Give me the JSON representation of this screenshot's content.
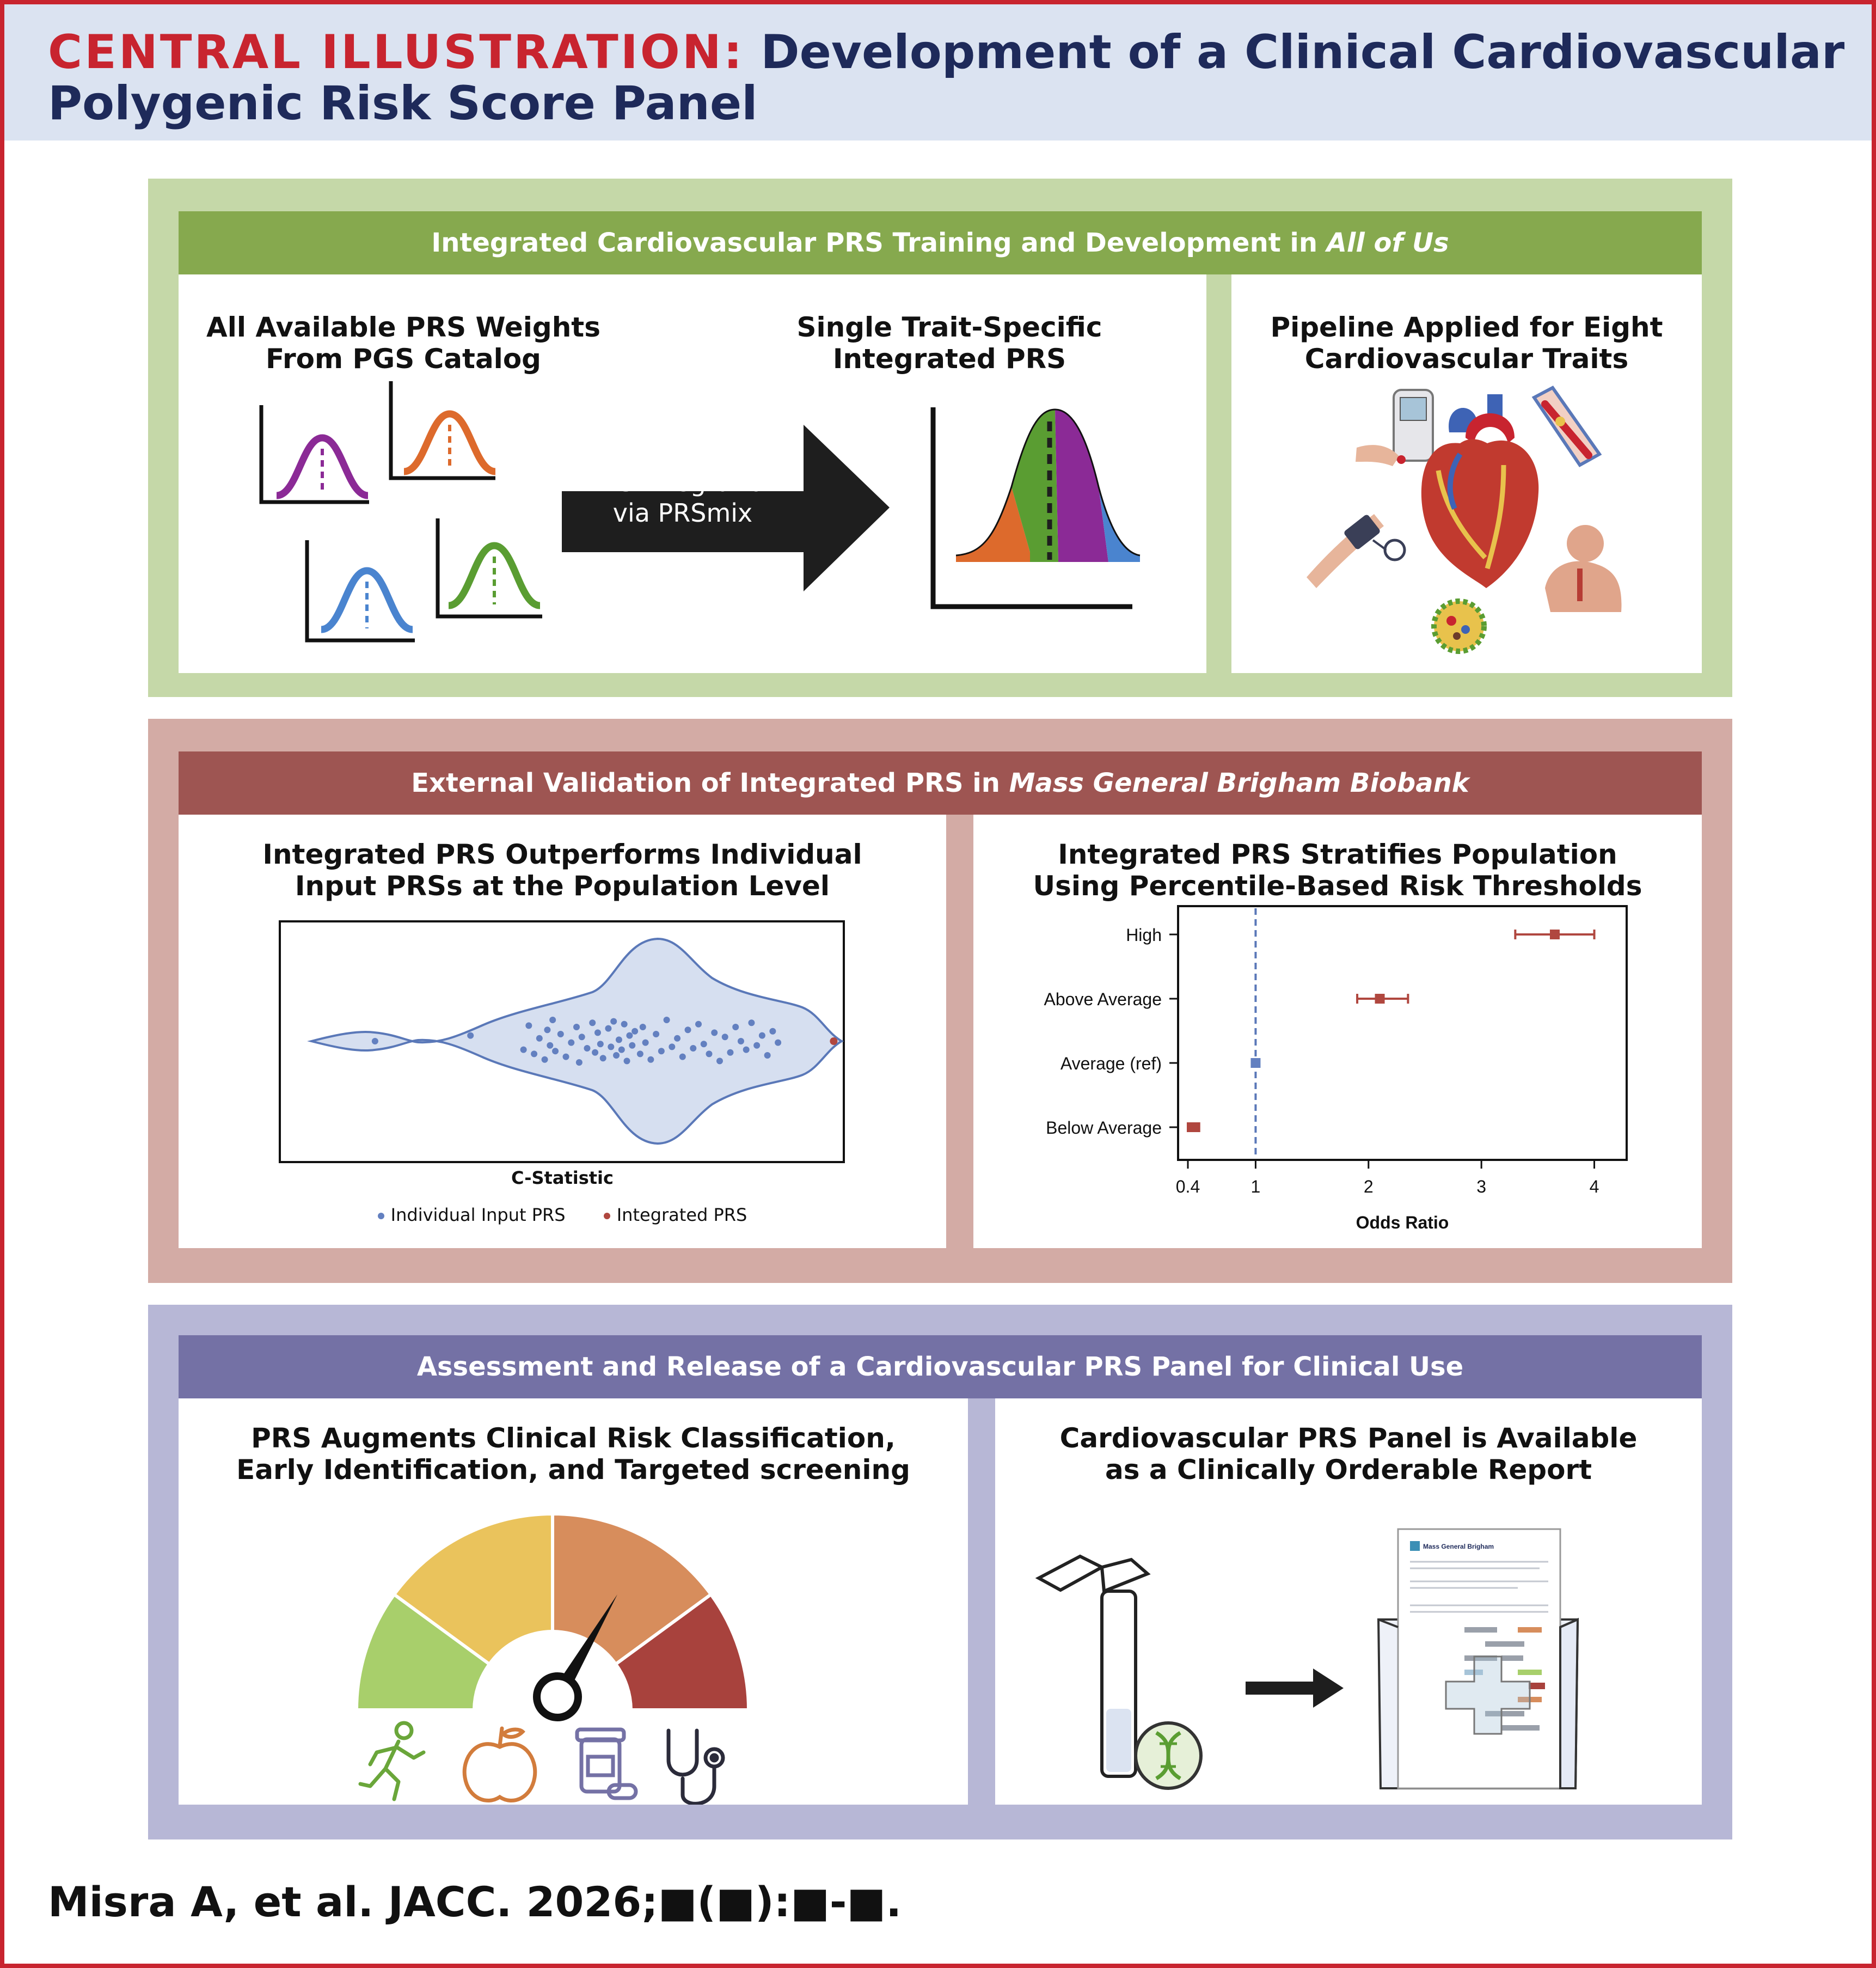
{
  "header": {
    "label": "CENTRAL ILLUSTRATION:",
    "title_part1": "Development of a Clinical Cardiovascular",
    "title_part2": "Polygenic Risk Score Panel"
  },
  "colors": {
    "header_bg": "#dbe3f1",
    "border_red": "#c8242f",
    "title_navy": "#1e2a5a",
    "section1_bg": "#c5d8a8",
    "section1_band": "#86a94e",
    "section2_bg": "#d3aba5",
    "section2_band": "#9e5552",
    "section3_bg": "#b7b7d6",
    "section3_band": "#7471a5",
    "purple": "#8b2a96",
    "orange": "#dd6a2c",
    "blue": "#4a84cf",
    "green": "#5a9d32",
    "violin_fill": "#d6dff0",
    "violin_line": "#5a78b8",
    "dot_blue": "#6380c0",
    "dot_red": "#b0473f",
    "gauge_green": "#a8cf6b",
    "gauge_yellow": "#eac35c",
    "gauge_orange": "#d78d5c",
    "gauge_red": "#a8423d"
  },
  "section1": {
    "band_prefix": "Integrated Cardiovascular PRS Training and Development in ",
    "band_italic": "All of Us",
    "left": {
      "title_line1": "All Available PRS Weights",
      "title_line2": "From PGS Catalog",
      "arrow_line1": "PRS integration",
      "arrow_line2": "via PRSmix",
      "result_line1": "Single Trait-Specific",
      "result_line2": "Integrated PRS"
    },
    "right": {
      "title_line1": "Pipeline Applied for Eight",
      "title_line2": "Cardiovascular Traits"
    }
  },
  "section2": {
    "band_prefix": "External Validation of Integrated PRS in ",
    "band_italic": "Mass General Brigham Biobank",
    "left": {
      "title_line1": "Integrated PRS Outperforms Individual",
      "title_line2": "Input PRSs at the Population Level",
      "xlabel": "C-Statistic",
      "legend": [
        "Individual Input PRS",
        "Integrated PRS"
      ]
    },
    "right": {
      "title_line1": "Integrated PRS Stratifies Population",
      "title_line2": "Using Percentile-Based Risk Thresholds"
    }
  },
  "chart_data": [
    {
      "type": "scatter",
      "title": "Integrated PRS Outperforms Individual Input PRSs at the Population Level",
      "xlabel": "C-Statistic",
      "series": [
        {
          "name": "Individual Input PRS",
          "values": [
            0.12,
            0.3,
            0.4,
            0.41,
            0.42,
            0.43,
            0.44,
            0.445,
            0.45,
            0.455,
            0.46,
            0.47,
            0.48,
            0.49,
            0.5,
            0.505,
            0.51,
            0.52,
            0.53,
            0.535,
            0.54,
            0.545,
            0.55,
            0.56,
            0.565,
            0.57,
            0.575,
            0.58,
            0.585,
            0.59,
            0.595,
            0.6,
            0.605,
            0.61,
            0.62,
            0.625,
            0.63,
            0.64,
            0.65,
            0.66,
            0.67,
            0.68,
            0.69,
            0.7,
            0.71,
            0.72,
            0.73,
            0.74,
            0.75,
            0.76,
            0.77,
            0.78,
            0.79,
            0.8,
            0.81,
            0.82,
            0.83,
            0.84,
            0.85,
            0.86,
            0.87,
            0.88
          ]
        },
        {
          "name": "Integrated PRS",
          "values": [
            0.985
          ]
        }
      ],
      "grid": false
    },
    {
      "type": "scatter",
      "title": "Integrated PRS Stratifies Population Using Percentile-Based Risk Thresholds",
      "xlabel": "Odds Ratio",
      "categories": [
        "High",
        "Above Average",
        "Average (ref)",
        "Below Average"
      ],
      "x_ticks": [
        "0.4",
        "1",
        "2",
        "3",
        "4"
      ],
      "xlim": [
        0.4,
        4.2
      ],
      "points": [
        {
          "category": "High",
          "or": 3.65,
          "lo": 3.3,
          "hi": 4.0
        },
        {
          "category": "Above Average",
          "or": 2.1,
          "lo": 1.9,
          "hi": 2.35
        },
        {
          "category": "Average (ref)",
          "or": 1.0,
          "lo": 1.0,
          "hi": 1.0
        },
        {
          "category": "Below Average",
          "or": 0.45,
          "lo": 0.4,
          "hi": 0.5
        }
      ],
      "reference_line": 1,
      "grid": false
    }
  ],
  "section3": {
    "band": "Assessment and Release of a Cardiovascular PRS Panel for Clinical Use",
    "left": {
      "title_line1": "PRS Augments Clinical Risk Classification,",
      "title_line2": "Early Identification, and Targeted screening",
      "icons": [
        "running-person-icon",
        "apple-icon",
        "medication-icon",
        "stethoscope-icon"
      ]
    },
    "right": {
      "title_line1": "Cardiovascular PRS Panel is Available",
      "title_line2": "as a Clinically Orderable Report",
      "report_brand": "Mass General Brigham"
    }
  },
  "citation": "Misra A, et al. JACC. 2026;■(■):■-■."
}
